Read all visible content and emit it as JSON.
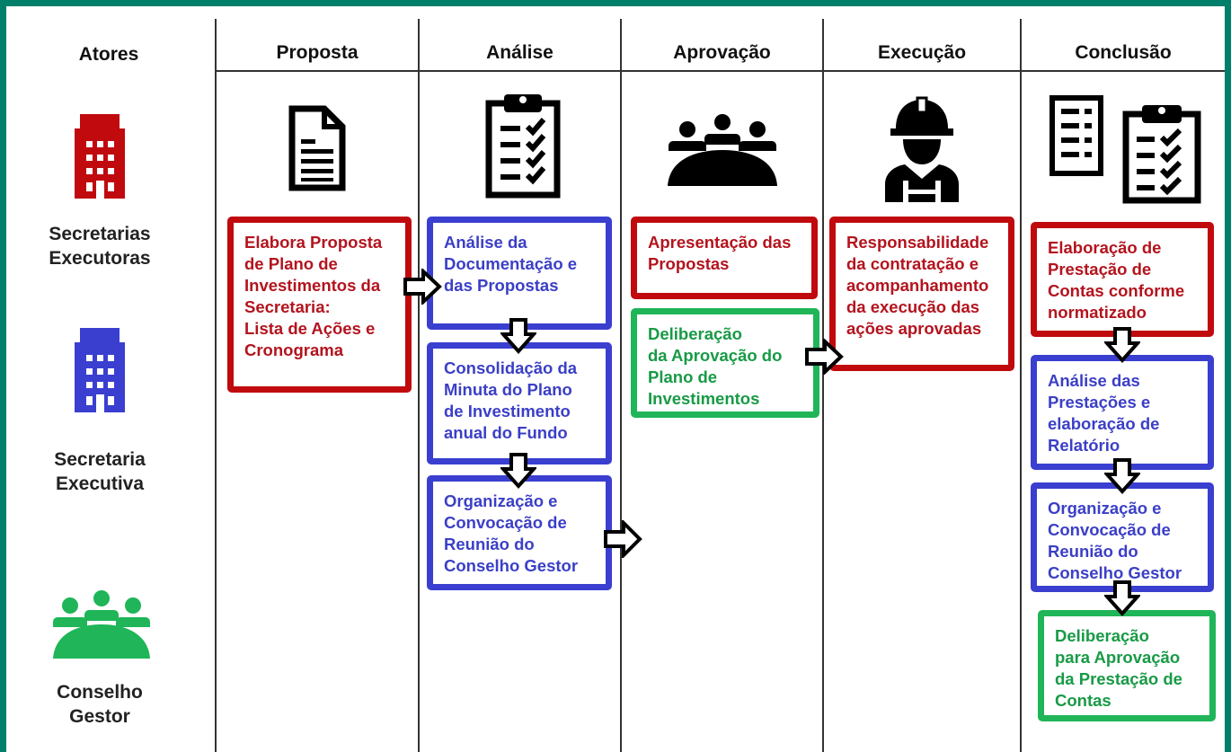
{
  "headers": {
    "actors": "Atores",
    "proposta": "Proposta",
    "analise": "Análise",
    "aprovacao": "Aprovação",
    "execucao": "Execução",
    "conclusao": "Conclusão"
  },
  "actors": {
    "secretarias_1": "Secretarias",
    "secretarias_2": "Executoras",
    "secretaria_1": "Secretaria",
    "secretaria_2": "Executiva",
    "conselho_1": "Conselho",
    "conselho_2": "Gestor"
  },
  "colors": {
    "frame": "#00806a",
    "red": "#c00a0e",
    "blue": "#3a3fd0",
    "green": "#1fb558"
  },
  "icons": [
    "building-icon",
    "document-icon",
    "clipboard-checklist-icon",
    "meeting-icon",
    "worker-icon",
    "checklist-documents-icon"
  ],
  "boxes": {
    "proposta": [
      "Elabora Proposta",
      "de Plano de",
      "Investimentos da",
      "Secretaria:",
      "Lista de Ações e",
      "Cronograma"
    ],
    "analise_doc": [
      "Análise da",
      "Documentação e",
      "das Propostas"
    ],
    "consolidacao": [
      "Consolidação da",
      "Minuta do Plano",
      "de Investimento",
      "anual do Fundo"
    ],
    "organizacao1": [
      "Organização e",
      "Convocação de",
      "Reunião do",
      "Conselho Gestor"
    ],
    "apresentacao": [
      "Apresentação das",
      "Propostas"
    ],
    "deliberacao1": [
      "Deliberação",
      "da Aprovação do",
      "Plano de",
      "Investimentos"
    ],
    "responsabilidade": [
      "Responsabilidade",
      "da contratação e",
      "acompanhamento",
      "da execução das",
      "ações aprovadas"
    ],
    "elaboracao_contas": [
      "Elaboração de",
      "Prestação de",
      "Contas conforme",
      "normatizado"
    ],
    "analise_prestacoes": [
      "Análise das",
      "Prestações e",
      "elaboração de",
      "Relatório"
    ],
    "organizacao2": [
      "Organização e",
      "Convocação de",
      "Reunião do",
      "Conselho Gestor"
    ],
    "deliberacao2": [
      "Deliberação",
      "para Aprovação",
      "da Prestação de",
      "Contas"
    ]
  }
}
